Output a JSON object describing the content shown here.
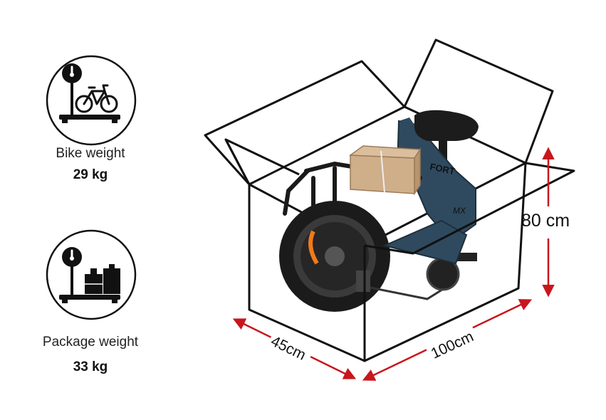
{
  "bike_weight": {
    "label": "Bike weight",
    "value": "29 kg"
  },
  "package_weight": {
    "label": "Package weight",
    "value": "33 kg"
  },
  "dimensions": {
    "width": "45cm",
    "length": "100cm",
    "height": "80 cm"
  },
  "frame_text": {
    "brand": "FORT",
    "model": "MX"
  },
  "colors": {
    "arrow": "#c8161d",
    "frame": "#2f4a5f",
    "outline": "#111111",
    "accent": "#f07a1a",
    "cardboard": "#cfae8a"
  }
}
